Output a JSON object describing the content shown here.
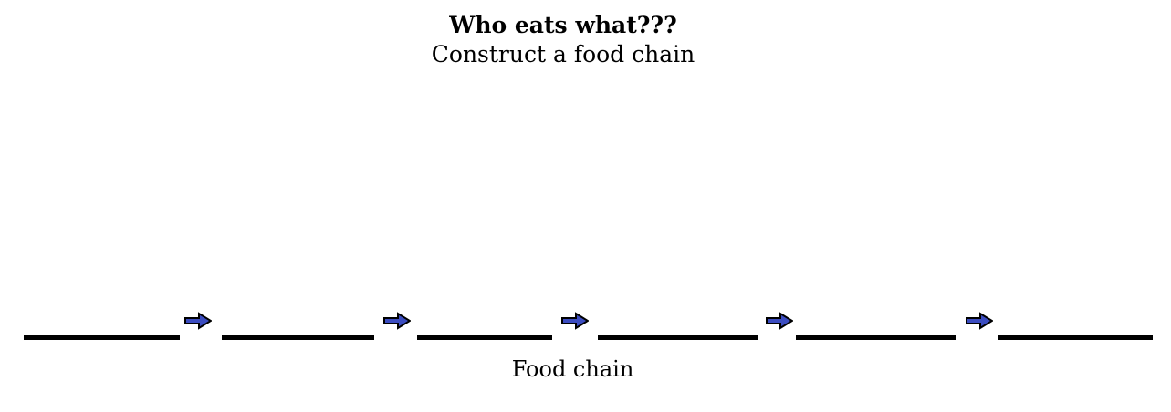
{
  "page": {
    "title": "Who eats what???",
    "subtitle": "Construct a food chain",
    "caption": "Food chain"
  },
  "food_chain": {
    "blank_count": 6,
    "arrow_count": 5,
    "blanks": [
      "",
      "",
      "",
      "",
      "",
      ""
    ],
    "arrow_color": "#3B4CC0",
    "arrow_outline_color": "#000000",
    "blank_line_color": "#000000"
  },
  "colors": {
    "background": "#ffffff",
    "text": "#000000"
  }
}
